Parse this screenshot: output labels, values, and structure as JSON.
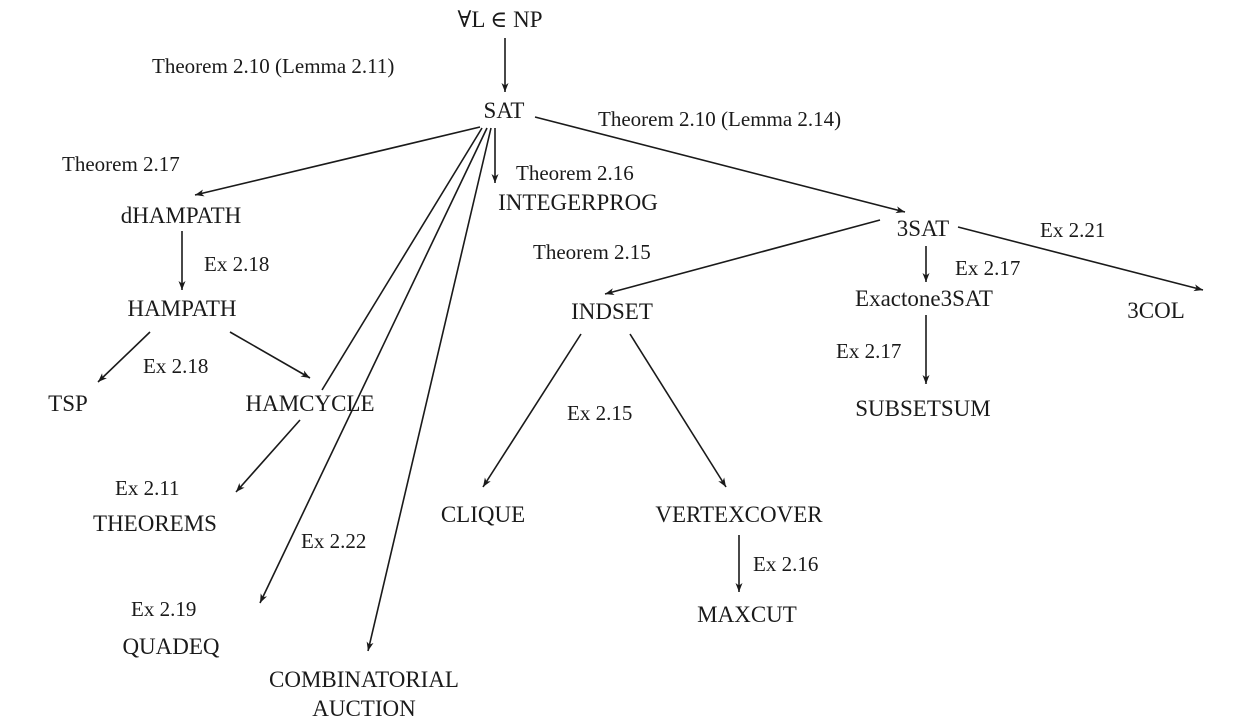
{
  "nodes": {
    "np": "∀L ∈ NP",
    "sat": "SAT",
    "dhampath": "dHAMPATH",
    "hampath": "HAMPATH",
    "tsp": "TSP",
    "hamcycle": "HAMCYCLE",
    "theorems": "THEOREMS",
    "quadeq": "QUADEQ",
    "combinatorial_1": "COMBINATORIAL",
    "combinatorial_2": "AUCTION",
    "integerprog": "INTEGERPROG",
    "threesat": "3SAT",
    "indset": "INDSET",
    "clique": "CLIQUE",
    "vertexcover": "VERTEXCOVER",
    "maxcut": "MAXCUT",
    "exactone3sat": "Exactone3SAT",
    "subsetsum": "SUBSETSUM",
    "threecol": "3COL"
  },
  "labels": {
    "np_sat": "Theorem 2.10 (Lemma 2.11)",
    "sat_3sat": "Theorem 2.10 (Lemma 2.14)",
    "sat_dhampath": "Theorem 2.17",
    "sat_integerprog": "Theorem 2.16",
    "dhampath_hampath": "Ex 2.18",
    "hampath_tsp_hamcycle": "Ex 2.18",
    "hamcycle_theorems": "Ex 2.11",
    "sat_quadeq": "Ex 2.19",
    "sat_combinatorial": "Ex 2.22",
    "threesat_indset": "Theorem 2.15",
    "indset_clique_vc": "Ex 2.15",
    "vc_maxcut": "Ex 2.16",
    "threesat_exactone": "Ex 2.17",
    "exactone_subsetsum": "Ex 2.17",
    "threesat_3col": "Ex 2.21"
  }
}
